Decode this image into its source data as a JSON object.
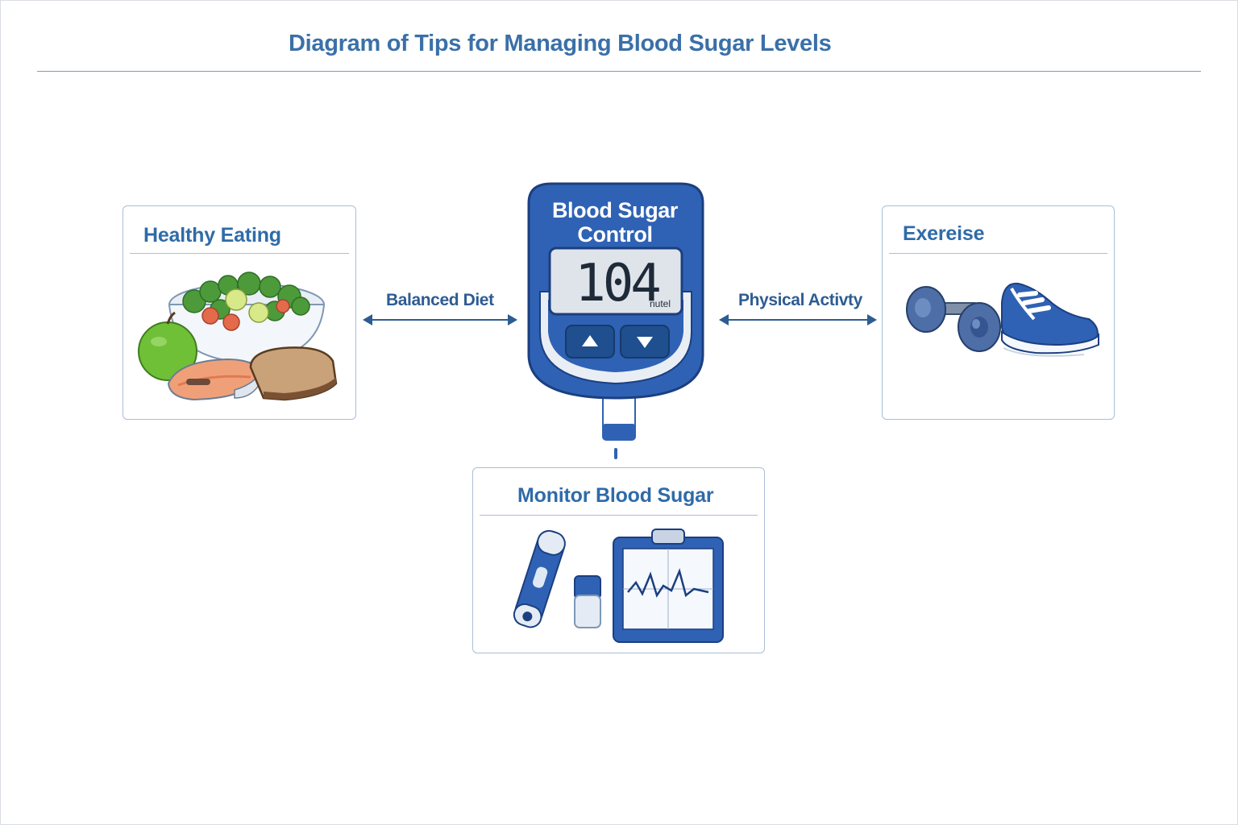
{
  "title": "Diagram of Tips for Managing Blood Sugar Levels",
  "meter": {
    "title_line1": "Blood Sugar",
    "title_line2": "Control",
    "reading": "104",
    "unit": "nutel"
  },
  "cards": {
    "eating": {
      "title": "Healthy Eating"
    },
    "exercise": {
      "title": "Exereise"
    },
    "monitor": {
      "title": "Monitor Blood Sugar"
    }
  },
  "links": {
    "diet": "Balanced Diet",
    "activity": "Physical Activty"
  },
  "icons": {
    "food": "salad-bowl-icon",
    "fitness": "dumbbell-sneaker-icon",
    "monitoring": "lancet-clipboard-icon"
  },
  "colors": {
    "primary": "#2f6ba8",
    "dark": "#1f4f8f",
    "border": "#a9bfd6"
  }
}
